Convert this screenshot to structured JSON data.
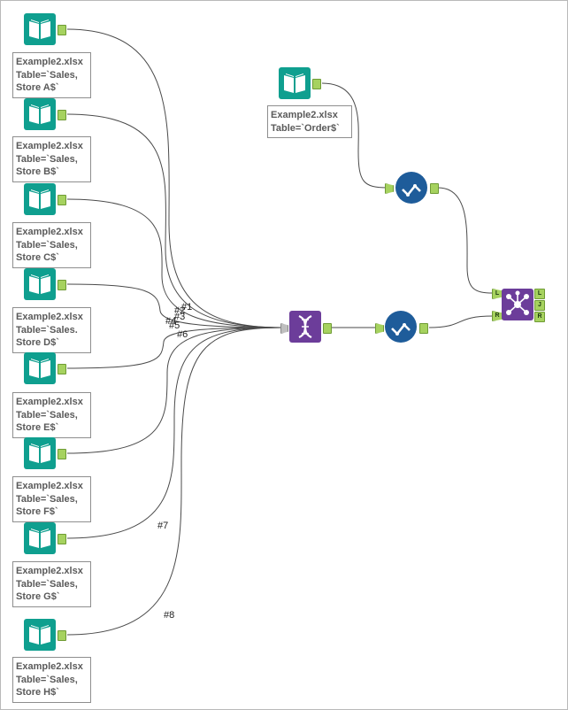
{
  "inputs": [
    {
      "id": "input1",
      "line1": "Example2.xlsx",
      "line2": "Table=`Sales,",
      "line3": "Store A$`"
    },
    {
      "id": "input2",
      "line1": "Example2.xlsx",
      "line2": "Table=`Sales,",
      "line3": "Store B$`"
    },
    {
      "id": "input3",
      "line1": "Example2.xlsx",
      "line2": "Table=`Sales,",
      "line3": "Store C$`"
    },
    {
      "id": "input4",
      "line1": "Example2.xlsx",
      "line2": "Table=`Sales.",
      "line3": "Store D$`"
    },
    {
      "id": "input5",
      "line1": "Example2.xlsx",
      "line2": "Table=`Sales,",
      "line3": "Store E$`"
    },
    {
      "id": "input6",
      "line1": "Example2.xlsx",
      "line2": "Table=`Sales,",
      "line3": "Store F$`"
    },
    {
      "id": "input7",
      "line1": "Example2.xlsx",
      "line2": "Table=`Sales,",
      "line3": "Store G$`"
    },
    {
      "id": "input8",
      "line1": "Example2.xlsx",
      "line2": "Table=`Sales,",
      "line3": "Store H$`"
    }
  ],
  "order_input": {
    "line1": "Example2.xlsx",
    "line2": "Table=`Order$`"
  },
  "wire_labels": [
    "#1",
    "#3",
    "#5",
    "#6",
    "#2",
    "#7",
    "#8",
    "#4"
  ],
  "join_anchors": {
    "in_left": "L",
    "in_right": "R",
    "out_left": "L",
    "out_join": "J",
    "out_right": "R"
  },
  "colors": {
    "input": "#0f9f8f",
    "union": "#6c3d9a",
    "select": "#1e5c9a",
    "anchor": "#a6d25f"
  }
}
